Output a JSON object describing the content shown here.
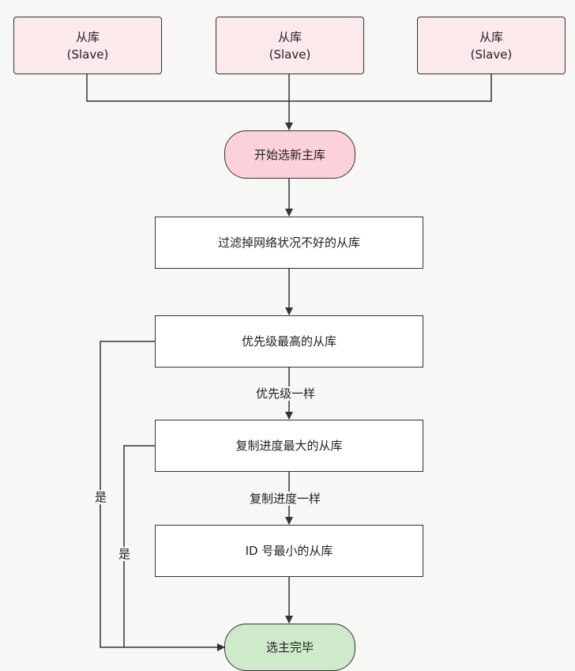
{
  "slaves": [
    {
      "title": "从库",
      "sub": "(Slave)"
    },
    {
      "title": "从库",
      "sub": "(Slave)"
    },
    {
      "title": "从库",
      "sub": "(Slave)"
    }
  ],
  "start": "开始选新主库",
  "steps": {
    "filter": "过滤掉网络状况不好的从库",
    "priority": "优先级最高的从库",
    "progress": "复制进度最大的从库",
    "min_id": "ID 号最小的从库"
  },
  "edge_labels": {
    "same_priority": "优先级一样",
    "same_progress": "复制进度一样",
    "yes_1": "是",
    "yes_2": "是"
  },
  "end": "选主完毕"
}
